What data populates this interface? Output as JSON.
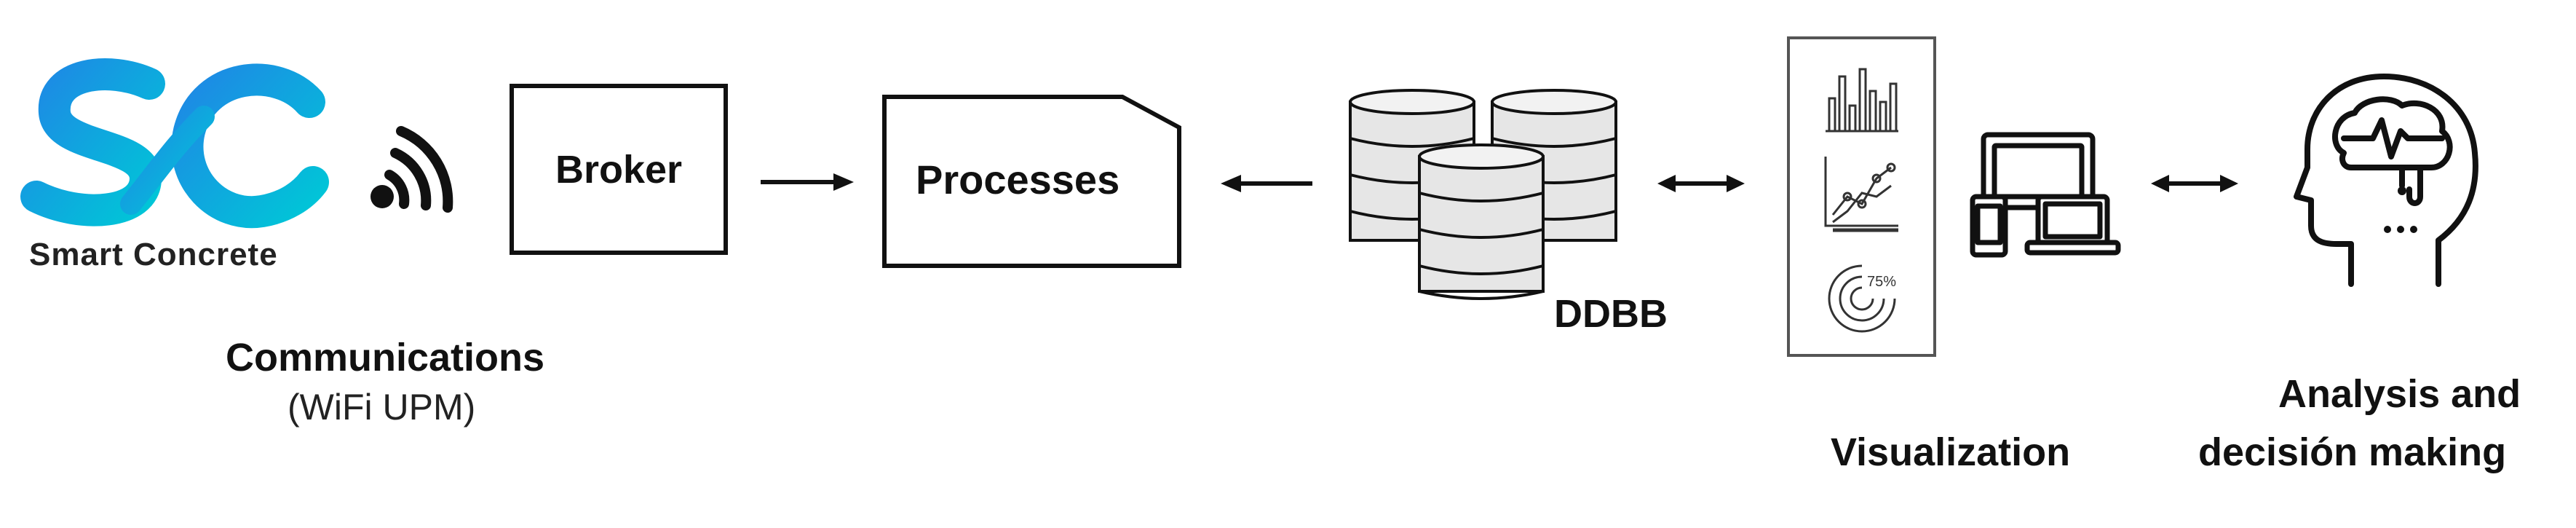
{
  "logo": {
    "monogram": "SC",
    "caption": "Smart Concrete",
    "gradient_start": "#1e88e5",
    "gradient_end": "#00c6d7"
  },
  "communications": {
    "title": "Communications",
    "subtitle": "(WiFi UPM)",
    "icon": "wifi-signal-icon"
  },
  "broker": {
    "label": "Broker"
  },
  "processes": {
    "label": "Processes"
  },
  "database": {
    "label": "DDBB",
    "icon": "database-cylinders-icon"
  },
  "visualization": {
    "label": "Visualization",
    "panel_percent": "75%",
    "icons": [
      "bar-chart-icon",
      "line-chart-icon",
      "gauge-icon",
      "devices-icon"
    ]
  },
  "analysis": {
    "label_line1": "Analysis and",
    "label_line2": "decisión making",
    "icon": "head-brain-icon"
  },
  "colors": {
    "ink": "#111111",
    "panel_border": "#555555",
    "db_fill": "#e6e6e6"
  }
}
